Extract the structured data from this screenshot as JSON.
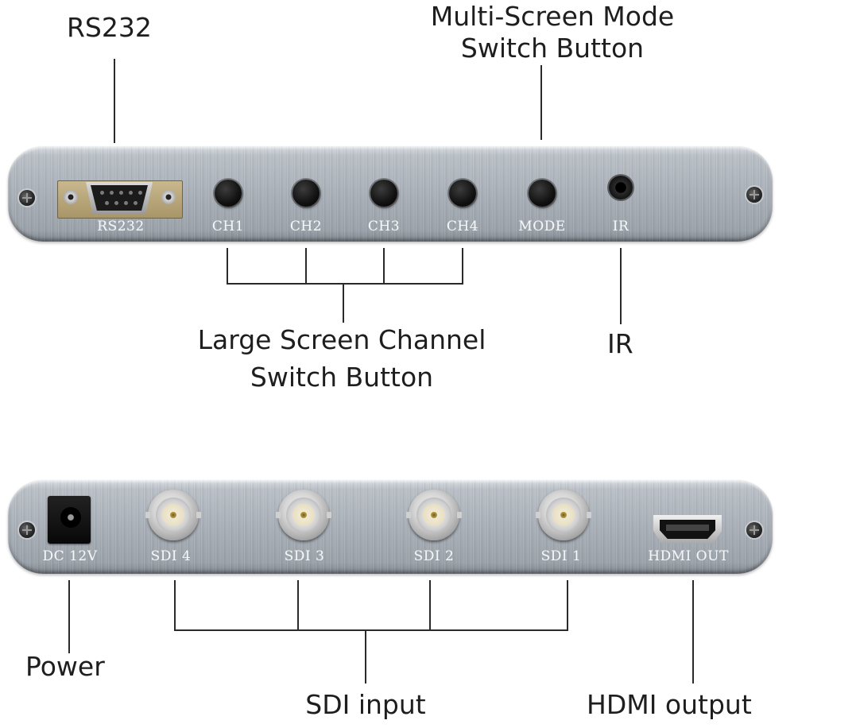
{
  "callouts": {
    "rs232": "RS232",
    "mode_line1": "Multi-Screen Mode",
    "mode_line2": "Switch Button",
    "channel_line1": "Large Screen Channel",
    "channel_line2": "Switch Button",
    "ir": "IR",
    "power": "Power",
    "sdi_input": "SDI input",
    "hdmi_output": "HDMI  output"
  },
  "front_panel": {
    "rs232_label": "RS232",
    "ch1": "CH1",
    "ch2": "CH2",
    "ch3": "CH3",
    "ch4": "CH4",
    "mode": "MODE",
    "ir": "IR"
  },
  "rear_panel": {
    "dc": "DC  12V",
    "sdi4": "SDI  4",
    "sdi3": "SDI  3",
    "sdi2": "SDI  2",
    "sdi1": "SDI  1",
    "hdmi_out": "HDMI  OUT"
  },
  "colors": {
    "panel": "#a9afb7",
    "silkscreen": "#f4f6f8",
    "callout_text": "#1e1e1e",
    "leader_line": "#2a2a2a"
  }
}
